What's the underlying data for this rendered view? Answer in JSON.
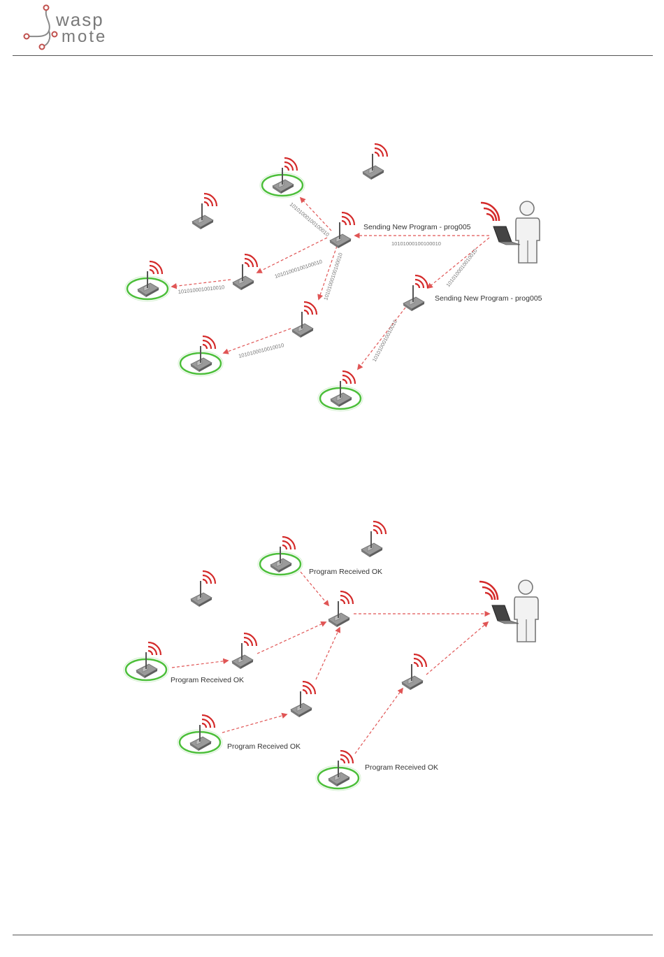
{
  "header": {
    "logo_line1": "wasp",
    "logo_line2": "mote",
    "brand_color": "#c0504d"
  },
  "colors": {
    "link": "#e05555",
    "ring": "#4cbf3a",
    "wave": "#d42a2a"
  },
  "diagram1": {
    "sending_label_1": "Sending New Program  - prog005",
    "sending_label_2": "Sending New Program  - prog005",
    "bits": "10101000100100010",
    "bits_short": "1010100010010010"
  },
  "diagram2": {
    "ok_label_1": "Program Received OK",
    "ok_label_2": "Program Received OK",
    "ok_label_3": "Program Received OK",
    "ok_label_4": "Program Received OK"
  }
}
